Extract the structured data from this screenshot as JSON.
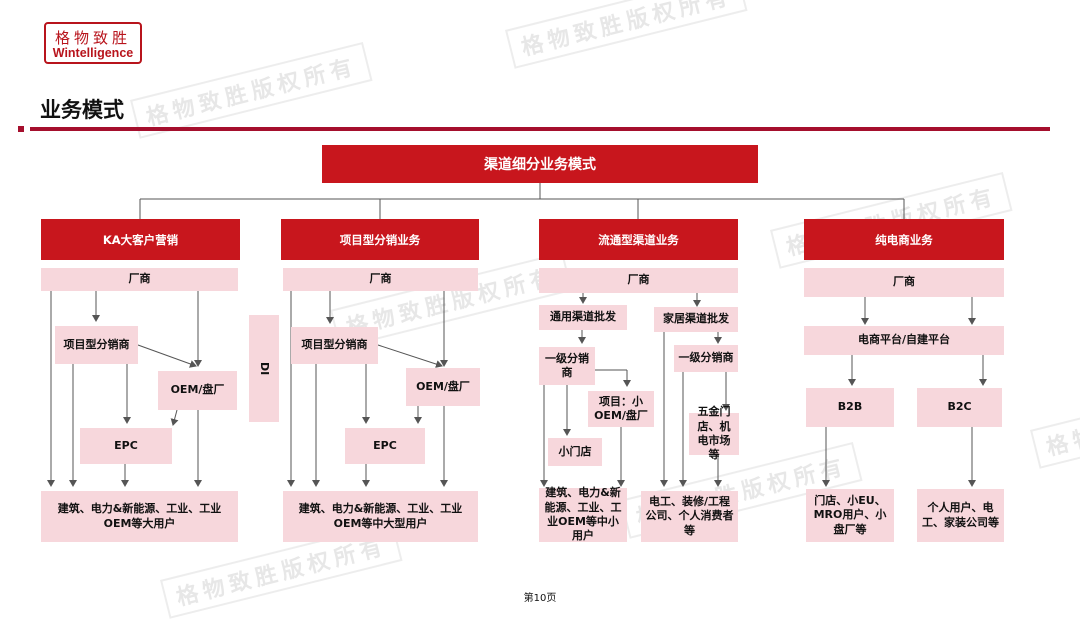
{
  "logo": {
    "cn": "格物致胜",
    "en": "Wintelligence"
  },
  "title": "业务模式",
  "watermark": "格物致胜版权所有",
  "root": "渠道细分业务模式",
  "columns": [
    {
      "header": "KA大客户营销",
      "manufacturer": "厂商",
      "nodes": {
        "distributor": "项目型分销商",
        "oem": "OEM/盘厂",
        "epc": "EPC"
      },
      "endpoint": "建筑、电力&新能源、工业、工业OEM等大用户"
    },
    {
      "header": "项目型分销业务",
      "manufacturer": "厂商",
      "side_label": "DI",
      "nodes": {
        "distributor": "项目型分销商",
        "oem": "OEM/盘厂",
        "epc": "EPC"
      },
      "endpoint": "建筑、电力&新能源、工业、工业OEM等中大型用户"
    },
    {
      "header": "流通型渠道业务",
      "manufacturer": "厂商",
      "nodes": {
        "general_wholesale": "通用渠道批发",
        "home_wholesale": "家居渠道批发",
        "first_dist_a": "一级分销商",
        "project_small_oem": "项目：小OEM/盘厂",
        "small_store": "小门店",
        "first_dist_b": "一级分销商",
        "hardware_store": "五金门店、机电市场等"
      },
      "endpoint_left": "建筑、电力&新能源、工业、工业OEM等中小用户",
      "endpoint_right": "电工、装修/工程公司、个人消费者等"
    },
    {
      "header": "纯电商业务",
      "manufacturer": "厂商",
      "nodes": {
        "platform": "电商平台/自建平台",
        "b2b": "B2B",
        "b2c": "B2C"
      },
      "endpoint_left": "门店、小EU、MRO用户、小盘厂等",
      "endpoint_right": "个人用户、电工、家装公司等"
    }
  ],
  "footer": "第10页",
  "colors": {
    "brand_red": "#c8161d",
    "rule": "#a50f2d",
    "node_pink": "#f7d7dc",
    "line": "#555555"
  }
}
